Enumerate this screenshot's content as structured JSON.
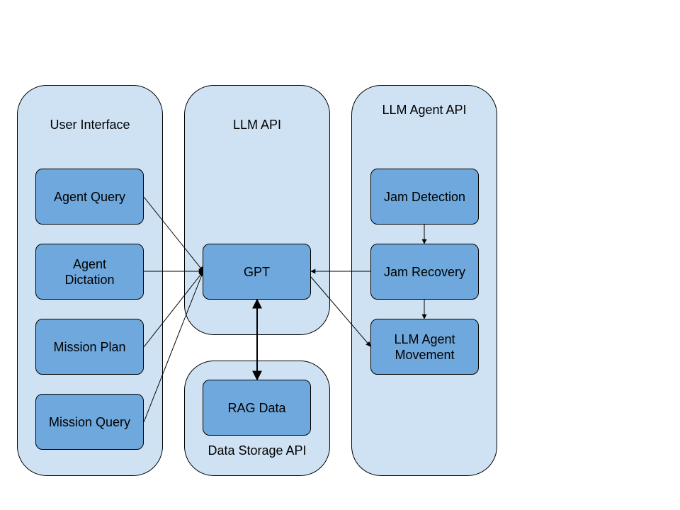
{
  "panels": {
    "user_interface": "User Interface",
    "llm_api": "LLM API",
    "data_storage_api": "Data Storage API",
    "llm_agent_api": "LLM Agent API"
  },
  "nodes": {
    "agent_query": "Agent Query",
    "agent_dictation": "Agent Dictation",
    "mission_plan": "Mission Plan",
    "mission_query": "Mission Query",
    "gpt": "GPT",
    "rag_data": "RAG Data",
    "jam_detection": "Jam Detection",
    "jam_recovery": "Jam Recovery",
    "llm_agent_movement": "LLM Agent Movement"
  },
  "colors": {
    "panel_fill": "#cfe2f3",
    "node_fill": "#6fa8dc",
    "stroke": "#000000"
  },
  "edges": [
    {
      "from": "agent_query",
      "to": "gpt",
      "arrow": "end"
    },
    {
      "from": "agent_dictation",
      "to": "gpt",
      "arrow": "end"
    },
    {
      "from": "mission_plan",
      "to": "gpt",
      "arrow": "end"
    },
    {
      "from": "mission_query",
      "to": "gpt",
      "arrow": "end"
    },
    {
      "from": "jam_recovery",
      "to": "gpt",
      "arrow": "end"
    },
    {
      "from": "gpt",
      "to": "llm_agent_movement",
      "arrow": "end"
    },
    {
      "from": "gpt",
      "to": "rag_data",
      "arrow": "both"
    },
    {
      "from": "jam_detection",
      "to": "jam_recovery",
      "arrow": "end"
    },
    {
      "from": "jam_recovery",
      "to": "llm_agent_movement",
      "arrow": "end"
    }
  ]
}
